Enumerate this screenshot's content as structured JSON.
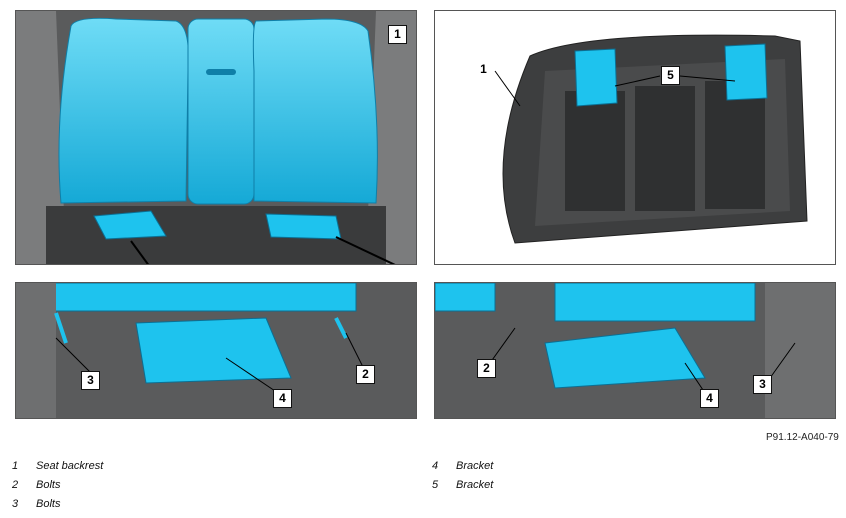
{
  "figure_ref": "P91.12-A040-79",
  "panels": {
    "top_left": {
      "callouts": [
        "1"
      ]
    },
    "top_right": {
      "callouts": [
        "1",
        "5"
      ]
    },
    "bottom_left": {
      "callouts": [
        "3",
        "2",
        "4"
      ]
    },
    "bottom_right": {
      "callouts": [
        "2",
        "3",
        "4"
      ]
    }
  },
  "legend": [
    {
      "num": "1",
      "label": "Seat backrest"
    },
    {
      "num": "2",
      "label": "Bolts"
    },
    {
      "num": "3",
      "label": "Bolts"
    },
    {
      "num": "4",
      "label": "Bracket"
    },
    {
      "num": "5",
      "label": "Bracket"
    }
  ],
  "colors": {
    "highlight_cyan": "#1ec3ee",
    "background_gray": "#3c3d3e",
    "frame_dark": "#2a2b2c"
  }
}
